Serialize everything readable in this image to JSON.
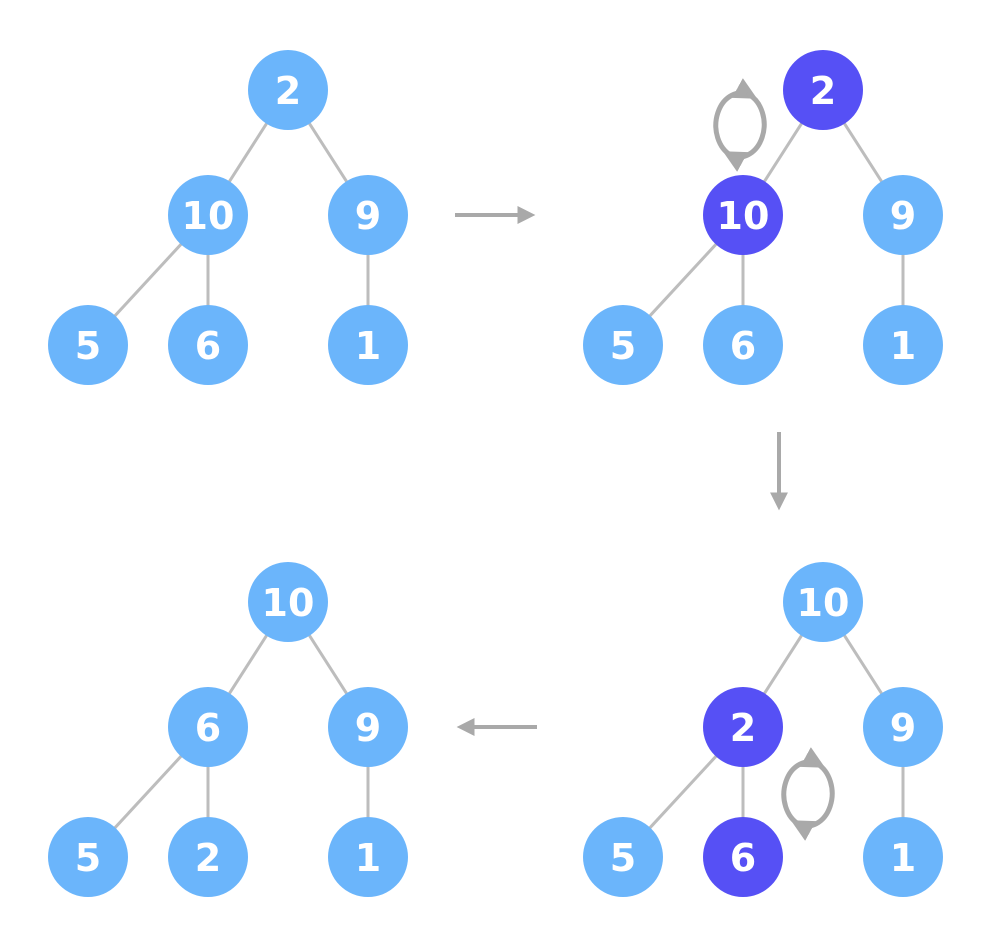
{
  "colors": {
    "node_default": "#6bb5fb",
    "node_highlight": "#5650f5",
    "edge": "#bdbdbd",
    "arrow": "#a9a9a9",
    "label": "#ffffff"
  },
  "diagram": {
    "trees": [
      {
        "name": "tree-step-1",
        "root": {
          "value": "2",
          "highlight": false
        },
        "left": {
          "value": "10",
          "highlight": false
        },
        "right": {
          "value": "9",
          "highlight": false
        },
        "left_left": {
          "value": "5",
          "highlight": false
        },
        "left_right": {
          "value": "6",
          "highlight": false
        },
        "right_left": {
          "value": "1",
          "highlight": false
        },
        "swap": null
      },
      {
        "name": "tree-step-2",
        "root": {
          "value": "2",
          "highlight": true
        },
        "left": {
          "value": "10",
          "highlight": true
        },
        "right": {
          "value": "9",
          "highlight": false
        },
        "left_left": {
          "value": "5",
          "highlight": false
        },
        "left_right": {
          "value": "6",
          "highlight": false
        },
        "right_left": {
          "value": "1",
          "highlight": false
        },
        "swap": "root-left"
      },
      {
        "name": "tree-step-3",
        "root": {
          "value": "10",
          "highlight": false
        },
        "left": {
          "value": "2",
          "highlight": true
        },
        "right": {
          "value": "9",
          "highlight": false
        },
        "left_left": {
          "value": "5",
          "highlight": false
        },
        "left_right": {
          "value": "6",
          "highlight": true
        },
        "right_left": {
          "value": "1",
          "highlight": false
        },
        "swap": "left-leftright"
      },
      {
        "name": "tree-step-4",
        "root": {
          "value": "10",
          "highlight": false
        },
        "left": {
          "value": "6",
          "highlight": false
        },
        "right": {
          "value": "9",
          "highlight": false
        },
        "left_left": {
          "value": "5",
          "highlight": false
        },
        "left_right": {
          "value": "2",
          "highlight": false
        },
        "right_left": {
          "value": "1",
          "highlight": false
        },
        "swap": null
      }
    ],
    "flow_arrows": [
      {
        "name": "arrow-step1-to-step2",
        "direction": "right"
      },
      {
        "name": "arrow-step2-to-step3",
        "direction": "down"
      },
      {
        "name": "arrow-step3-to-step4",
        "direction": "left"
      }
    ]
  }
}
